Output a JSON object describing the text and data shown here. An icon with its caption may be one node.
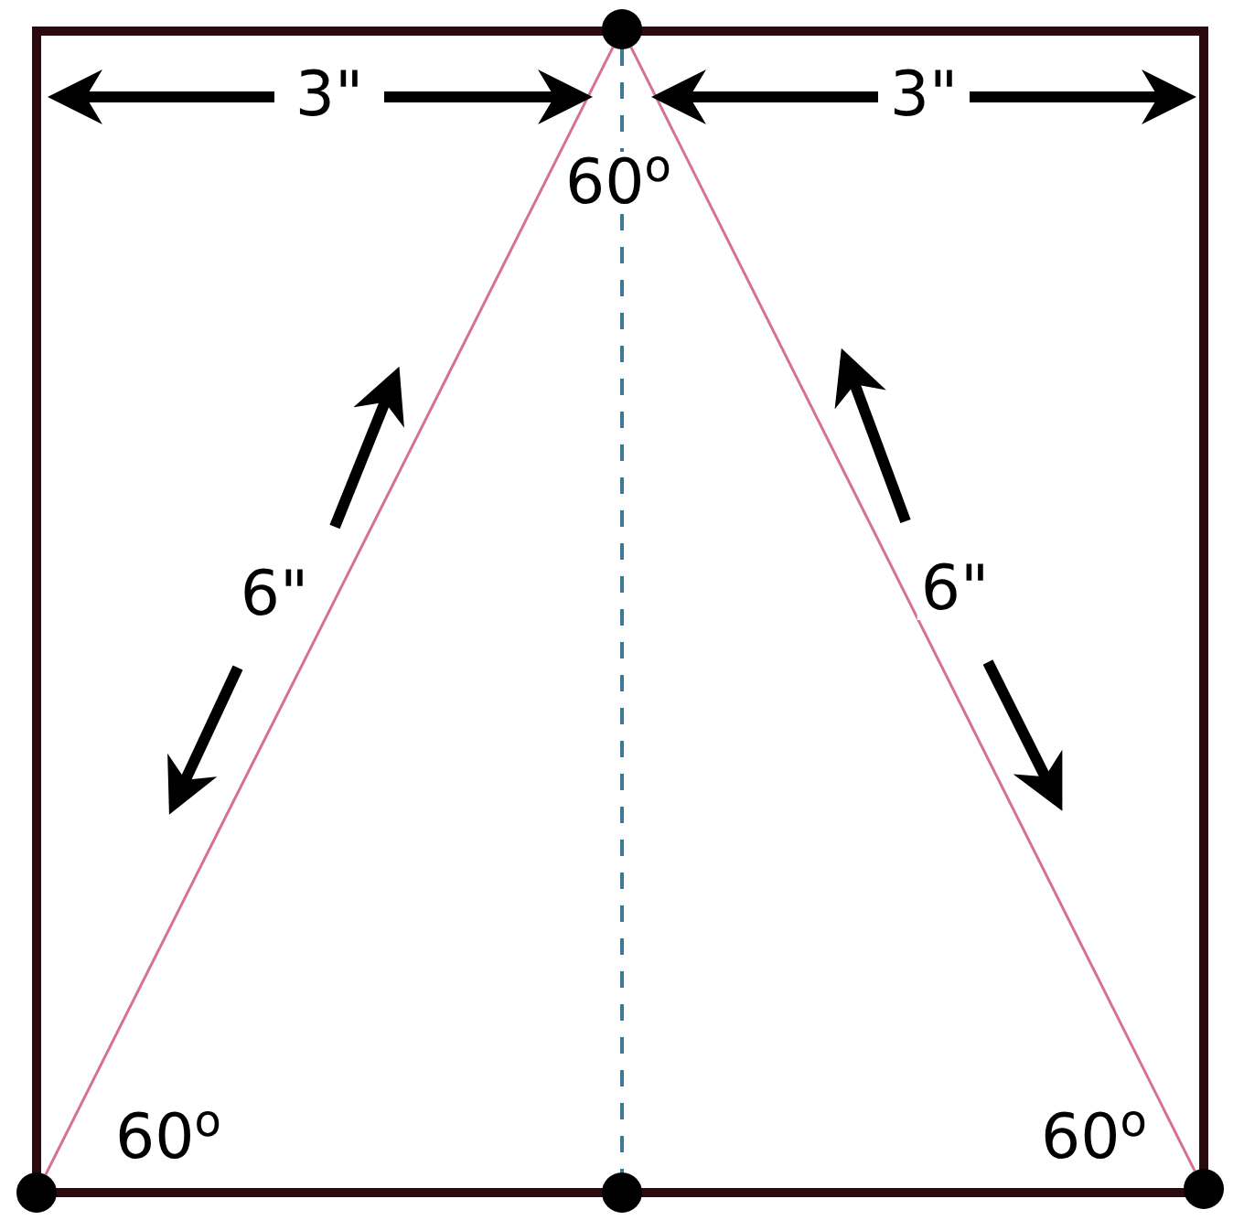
{
  "diagram": {
    "nodes": [
      {
        "text": [],
        "shape": "circle"
      },
      {
        "text": [],
        "shape": "circle"
      },
      {
        "text": [],
        "shape": "circle"
      },
      {
        "text": [],
        "shape": "circle"
      }
    ],
    "edges": [
      {
        "from": 0,
        "to": 1,
        "arrow": "none"
      },
      {
        "from": 0,
        "to": 3,
        "arrow": "none"
      },
      {
        "from": 0,
        "to": 2,
        "arrow": "none",
        "style": "dashed",
        "color": "#3f7896"
      }
    ],
    "labels": [
      "3\"",
      "3\"",
      "60$^{o}$",
      "6\"",
      "6\"",
      "60$^{o}$",
      "60$^{o}$"
    ]
  }
}
